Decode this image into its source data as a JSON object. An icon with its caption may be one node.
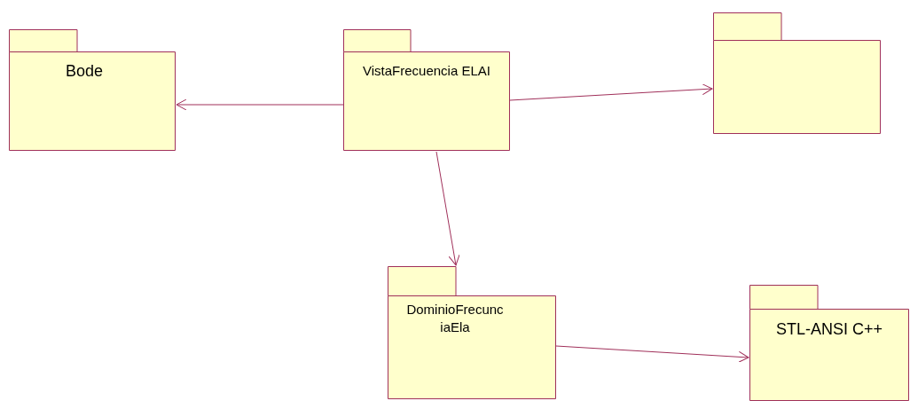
{
  "diagram": {
    "nodes": [
      {
        "text": [
          "Bode"
        ]
      },
      {
        "text": [
          "VistaFrecuencia ELAI"
        ]
      },
      {
        "text": [],
        "shape": "folder"
      },
      {
        "text": [
          "DominioFrecunciaEla"
        ]
      },
      {
        "text": [
          "STL-ANSI C++"
        ]
      }
    ],
    "edges": [
      {
        "from": 1,
        "to": 0,
        "arrow": "to"
      },
      {
        "from": 1,
        "to": 2,
        "arrow": "to"
      },
      {
        "from": 1,
        "to": 3,
        "arrow": "to"
      },
      {
        "from": 3,
        "to": 4,
        "arrow": "to"
      }
    ]
  }
}
